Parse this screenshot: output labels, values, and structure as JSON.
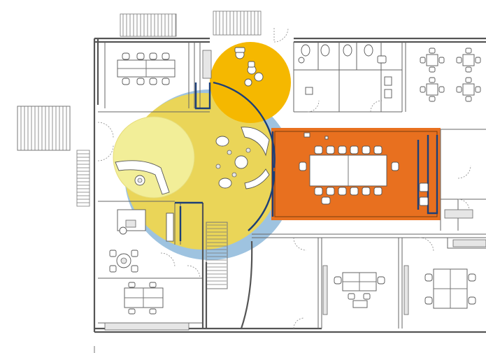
{
  "plan": {
    "title": "",
    "colors": {
      "background": "#ffffff",
      "wall": "#555555",
      "zone_yellow_light": "#f2ee98",
      "zone_yellow": "#ead558",
      "zone_orange": "#f5b800",
      "zone_blue": "#9ec3e0",
      "zone_meeting": "#e8701f",
      "glass_partition": "#1d3f77",
      "furniture": "#ffffff"
    },
    "zones": [
      {
        "id": "lounge",
        "color": "yellow"
      },
      {
        "id": "reception",
        "color": "yellow-light"
      },
      {
        "id": "breakout",
        "color": "orange"
      },
      {
        "id": "circulation",
        "color": "blue"
      },
      {
        "id": "meeting-room",
        "color": "orange-red"
      }
    ]
  }
}
